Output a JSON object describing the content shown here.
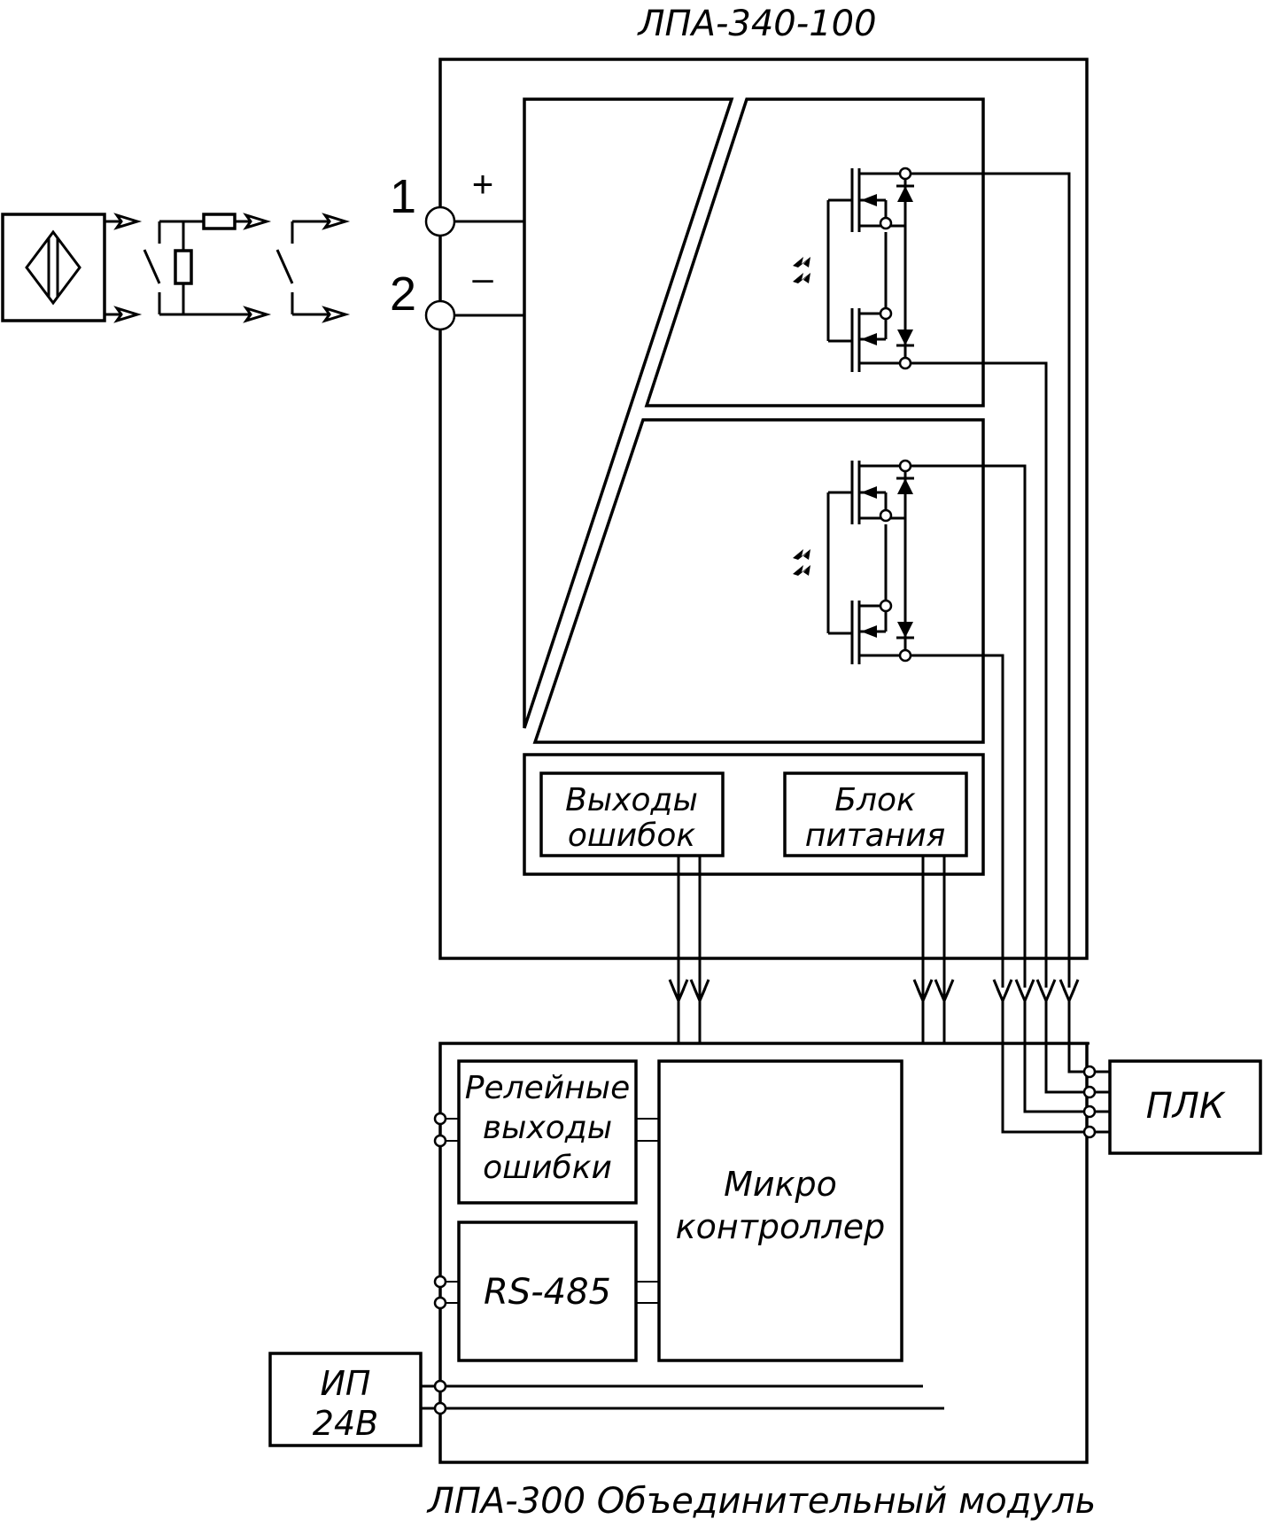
{
  "diagram": {
    "top_title": "ЛПА-340-100",
    "bottom_title": "ЛПА-300 Объединительный модуль",
    "terminals": [
      {
        "number": "1",
        "polarity": "+"
      },
      {
        "number": "2",
        "polarity": "–"
      }
    ],
    "blocks": {
      "error_outputs": [
        "Выходы",
        "ошибок"
      ],
      "power_unit": [
        "Блок",
        "питания"
      ],
      "relay_outputs": [
        "Релейные",
        "выходы",
        "ошибки"
      ],
      "rs485": "RS-485",
      "microcontroller": [
        "Микро",
        "контроллер"
      ],
      "plc": "ПЛК",
      "power_supply": [
        "ИП",
        "24В"
      ]
    },
    "icons": [
      "inductive-sensor-icon",
      "namur-contact-icon",
      "dry-contact-icon",
      "optocoupler-transistor-icon",
      "diode-icon",
      "arrow-icon"
    ]
  }
}
